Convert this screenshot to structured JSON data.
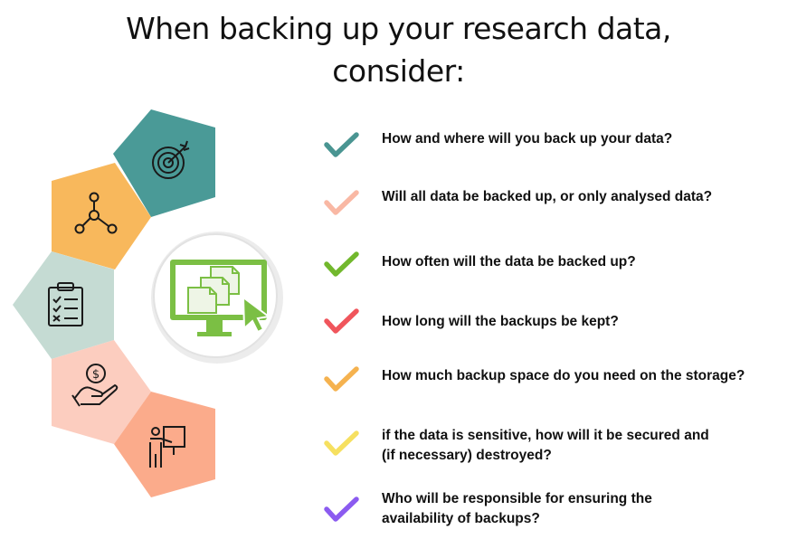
{
  "title": {
    "line1": "When backing up your research data,",
    "line2": "consider:"
  },
  "colors": {
    "teal": "#4a9a97",
    "orange": "#f8b85c",
    "sage": "#c5dbd3",
    "peach_light": "#fccdbf",
    "salmon": "#fbab8b",
    "monitor_green": "#7bbf44"
  },
  "icons": [
    "target-icon",
    "network-icon",
    "clipboard-checklist-icon",
    "money-hand-icon",
    "presenter-board-icon",
    "monitor-files-icon"
  ],
  "questions": [
    {
      "lines": [
        "How and where will you back up your data?"
      ],
      "color": "#4a9592"
    },
    {
      "lines": [
        "Will all data be backed up, or only analysed data?"
      ],
      "color": "#f9b8a4"
    },
    {
      "lines": [
        "How often will the data be backed up?"
      ],
      "color": "#72b82d"
    },
    {
      "lines": [
        "How long will the backups be kept?"
      ],
      "color": "#f0555c"
    },
    {
      "lines": [
        "How much backup space do you need on the storage?"
      ],
      "color": "#f5b24f"
    },
    {
      "lines": [
        "if the data is sensitive, how will it be secured and",
        "(if necessary) destroyed?"
      ],
      "color": "#f6e060"
    },
    {
      "lines": [
        "Who will be responsible for ensuring the",
        "availability of backups?"
      ],
      "color": "#8b5bf0"
    }
  ]
}
